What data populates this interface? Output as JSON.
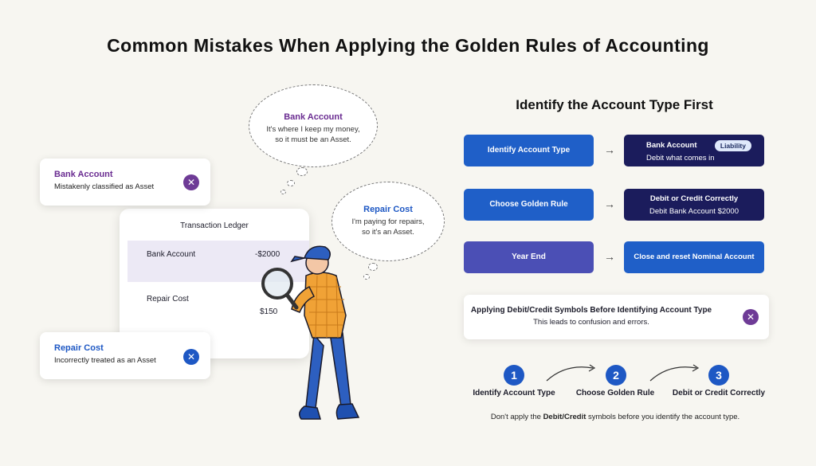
{
  "title": "Common Mistakes When Applying the Golden Rules of Accounting",
  "thoughts": {
    "bank": {
      "title": "Bank Account",
      "line1": "It's where I keep my money,",
      "line2": "so it must be an Asset."
    },
    "repair": {
      "title": "Repair Cost",
      "line1": "I'm paying for repairs,",
      "line2": "so it's an Asset."
    }
  },
  "error_cards": {
    "bank": {
      "title": "Bank Account",
      "subtitle": "Mistakenly classified as Asset",
      "icon": "x-icon"
    },
    "repair": {
      "title": "Repair Cost",
      "subtitle": "Incorrectly treated as an Asset",
      "icon": "x-icon"
    }
  },
  "ledger": {
    "header": "Transaction Ledger",
    "rows": [
      {
        "label": "Bank Account",
        "value": "-$2000"
      },
      {
        "label": "Repair Cost",
        "value": "$150"
      }
    ]
  },
  "section_title": "Identify the Account Type First",
  "flow": [
    {
      "step": "Identify Account Type",
      "result_title": "Bank Account",
      "badge": "Liability",
      "result_sub": "Debit what comes in"
    },
    {
      "step": "Choose Golden Rule",
      "result_title": "Debit or Credit Correctly",
      "result_sub": "Debit Bank Account $2000"
    },
    {
      "step": "Year End",
      "result_title": "Close and reset Nominal Account",
      "result_sub": ""
    }
  ],
  "arrow_glyph": "→",
  "warning": {
    "title": "Applying Debit/Credit Symbols Before Identifying Account Type",
    "subtitle": "This leads to confusion and errors."
  },
  "steps": [
    {
      "num": "1",
      "label": "Identify Account Type"
    },
    {
      "num": "2",
      "label": "Choose Golden Rule"
    },
    {
      "num": "3",
      "label": "Debit or Credit Correctly"
    }
  ],
  "note": {
    "pre": "Don't apply the ",
    "bold": "Debit/Credit",
    "post": " symbols before you identify the account type."
  },
  "colors": {
    "purple": "#6a2c91",
    "blue": "#1e58c4",
    "navy": "#1b1c5c",
    "step_blue": "#1f5fc8",
    "step_purple": "#4b4fb5",
    "x_purple": "#6e3b96",
    "x_blue": "#1e58c4"
  }
}
